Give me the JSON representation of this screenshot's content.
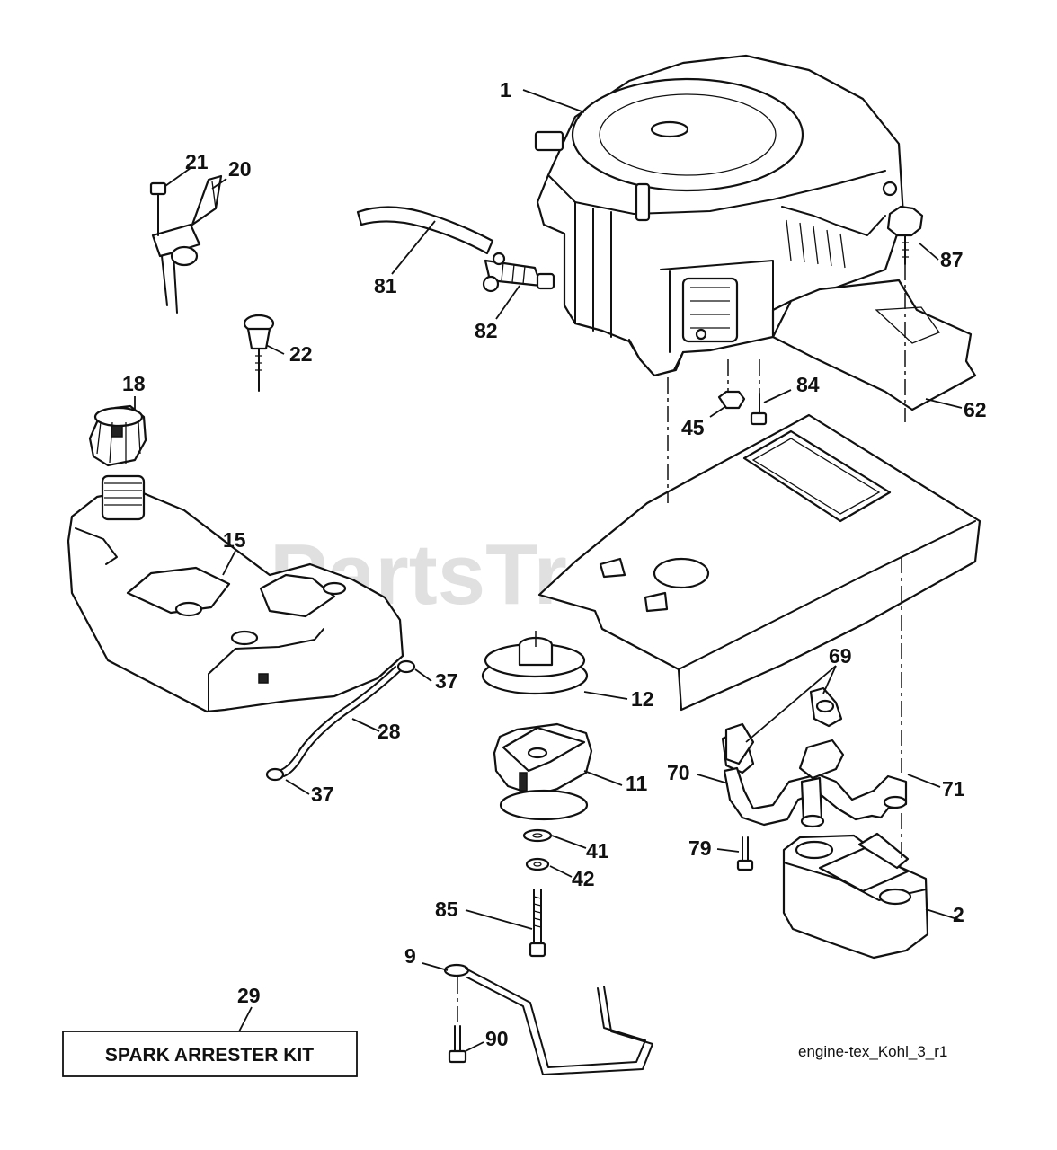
{
  "diagram": {
    "watermark": "PartsTree",
    "watermark_tm": "™",
    "file_reference": "engine-tex_Kohl_3_r1",
    "kit_label": "SPARK ARRESTER KIT",
    "callouts": {
      "c1": "1",
      "c2": "2",
      "c9": "9",
      "c11": "11",
      "c12": "12",
      "c15": "15",
      "c18": "18",
      "c20": "20",
      "c21": "21",
      "c22": "22",
      "c28": "28",
      "c29": "29",
      "c37a": "37",
      "c37b": "37",
      "c41": "41",
      "c42": "42",
      "c45": "45",
      "c62": "62",
      "c69": "69",
      "c70": "70",
      "c71": "71",
      "c79": "79",
      "c81": "81",
      "c82": "82",
      "c84": "84",
      "c85": "85",
      "c87": "87",
      "c90": "90"
    }
  }
}
